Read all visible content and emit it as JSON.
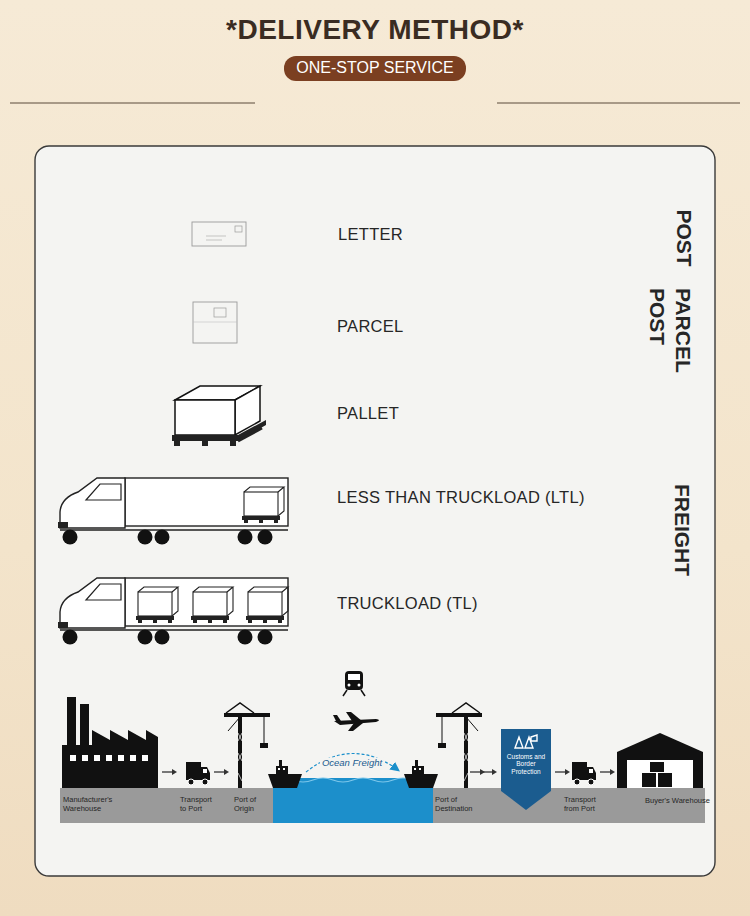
{
  "diagram": {
    "title": "*DELIVERY METHOD*",
    "nodes": [
      {
        "text": [
          "ONE-STOP SERVICE"
        ]
      },
      {
        "text": [
          "Customs and Border Protection"
        ]
      }
    ],
    "labels": [
      "LETTER",
      "PARCEL",
      "PALLET",
      "LESS THAN TRUCKLOAD (LTL)",
      "TRUCKLOAD (TL)",
      "POST",
      "PARCEL POST",
      "FREIGHT",
      "Manufacturer's Warehouse",
      "Transport to Port",
      "Port of Origin",
      "Ocean Freight",
      "Port of Destination",
      "Transport from Port",
      "Buyer's Warehouse"
    ]
  }
}
